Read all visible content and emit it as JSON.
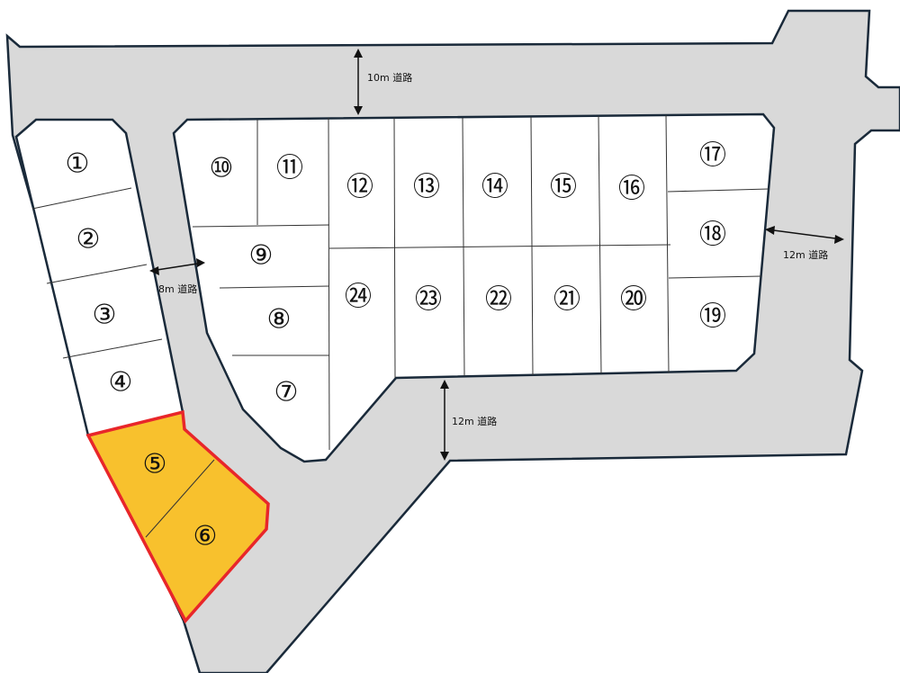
{
  "lots": [
    {
      "id": "①",
      "highlighted": false
    },
    {
      "id": "②",
      "highlighted": false
    },
    {
      "id": "③",
      "highlighted": false
    },
    {
      "id": "④",
      "highlighted": false
    },
    {
      "id": "⑤",
      "highlighted": true
    },
    {
      "id": "⑥",
      "highlighted": true
    },
    {
      "id": "⑦",
      "highlighted": false
    },
    {
      "id": "⑧",
      "highlighted": false
    },
    {
      "id": "⑨",
      "highlighted": false
    },
    {
      "id": "⑩",
      "highlighted": false
    },
    {
      "id": "⑪",
      "highlighted": false
    },
    {
      "id": "⑫",
      "highlighted": false
    },
    {
      "id": "⑬",
      "highlighted": false
    },
    {
      "id": "⑭",
      "highlighted": false
    },
    {
      "id": "⑮",
      "highlighted": false
    },
    {
      "id": "⑯",
      "highlighted": false
    },
    {
      "id": "⑰",
      "highlighted": false
    },
    {
      "id": "⑱",
      "highlighted": false
    },
    {
      "id": "⑲",
      "highlighted": false
    },
    {
      "id": "⑳",
      "highlighted": false
    },
    {
      "id": "㉑",
      "highlighted": false
    },
    {
      "id": "㉒",
      "highlighted": false
    },
    {
      "id": "㉓",
      "highlighted": false
    },
    {
      "id": "㉔",
      "highlighted": false
    }
  ],
  "roads": {
    "north": "10m 道路",
    "west": "8m 道路",
    "east": "12m 道路",
    "south": "12m 道路"
  },
  "colors": {
    "road": "#d9d9d9",
    "highlight_fill": "#f8c12d",
    "highlight_border": "#e8262a",
    "outline": "#1a2a3a"
  }
}
